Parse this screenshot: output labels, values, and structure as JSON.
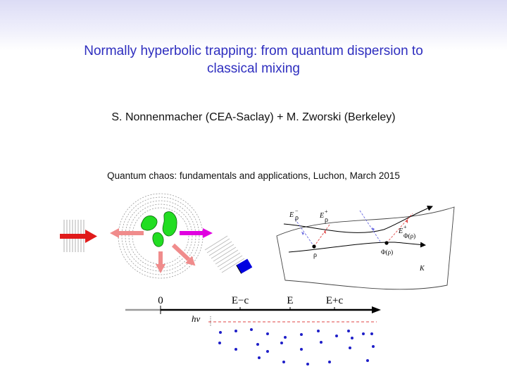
{
  "title_line1": "Normally hyperbolic trapping: from quantum dispersion to",
  "title_line2": "classical mixing",
  "authors": "S. Nonnenmacher (CEA-Saclay) + M. Zworski (Berkeley)",
  "conference": "Quantum chaos: fundamentals and applications, Luchon, March 2015",
  "manifold_figure": {
    "label_e_minus_rho": "E",
    "label_e_minus_sup": "−",
    "label_e_minus_sub": "ρ",
    "label_e_plus_rho": "E",
    "label_e_plus_sup": "+",
    "label_e_plus_sub": "ρ",
    "label_e_plus_phi": "E",
    "label_e_plus_phi_sup": "+",
    "label_e_plus_phi_sub": "Φ(ρ)",
    "label_rho": "ρ",
    "label_phi_rho": "Φ(ρ)",
    "label_kappa": "K"
  },
  "spectrum_figure": {
    "tick_0": "0",
    "tick_e_minus_c": "E−c",
    "tick_e": "E",
    "tick_e_plus_c": "E+c",
    "hnu_label": "hν",
    "dot_color": "#1f1fc8"
  },
  "colors": {
    "title": "#2e2ebf",
    "green_blob": "#22dd22",
    "pink_arrow": "#f08c8c",
    "red_arrow": "#e01a1a",
    "magenta_arrow": "#e000e0",
    "blue_box": "#0000e0"
  }
}
